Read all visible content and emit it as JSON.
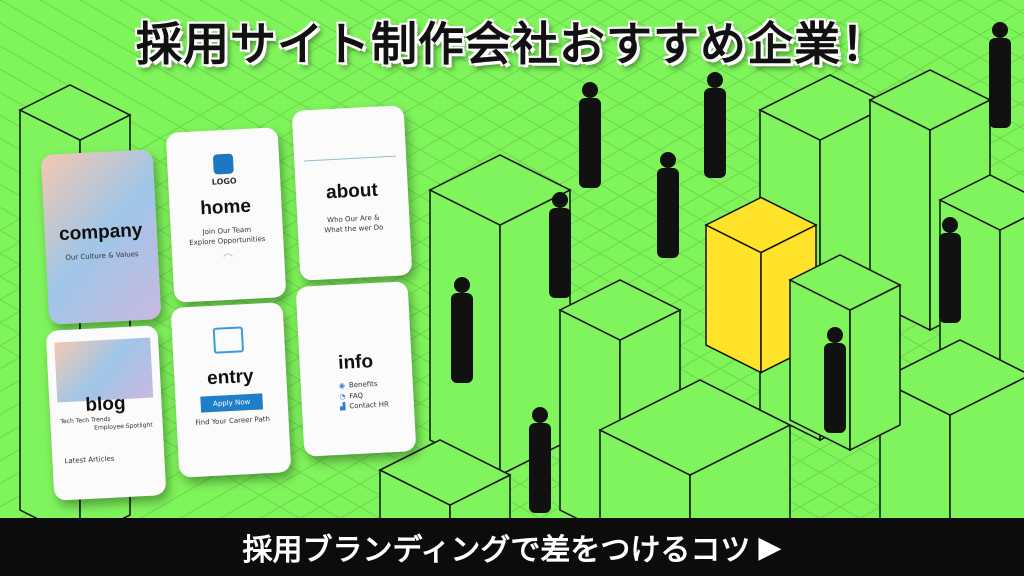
{
  "title": "採用サイト制作会社おすすめ企業！",
  "bottom_bar": {
    "label": "採用ブランディングで差をつけるコツ",
    "arrow_icon": "triangle-right-icon"
  },
  "colors": {
    "background": "#7ff45b",
    "accent_building": "#ffe22a",
    "bar": "#0c0c0c"
  },
  "cards": {
    "company": {
      "heading": "company",
      "sub": "Our Culture & Values"
    },
    "home": {
      "logo": "LOGO",
      "heading": "home",
      "line1": "Join Our Team",
      "line2": "Explore Opportunities"
    },
    "about": {
      "heading": "about",
      "line1": "Who Our Are &",
      "line2": "What the wer Do"
    },
    "blog": {
      "heading": "blog",
      "post1": "Tech Tech Trends",
      "post2": "Employee Spotlight",
      "footer": "Latest Articles"
    },
    "entry": {
      "heading": "entry",
      "button": "Apply Now",
      "sub": "Find Your Career Path"
    },
    "info": {
      "heading": "info",
      "items": [
        "Benefits",
        "FAQ",
        "Contact HR"
      ]
    }
  }
}
